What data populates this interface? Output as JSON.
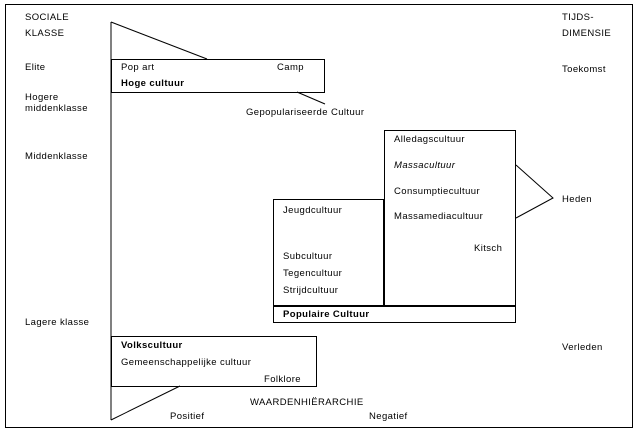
{
  "left_axis": {
    "header": [
      "SOCIALE",
      "KLASSE"
    ],
    "levels": {
      "elite": "Elite",
      "hogere": [
        "Hogere",
        "middenklasse"
      ],
      "midden": "Middenklasse",
      "lagere": "Lagere klasse"
    }
  },
  "right_axis": {
    "header": [
      "TIJDS-",
      "DIMENSIE"
    ],
    "toekomst": "Toekomst",
    "heden": "Heden",
    "verleden": "Verleden"
  },
  "hoge_box": {
    "pop_art": "Pop art",
    "camp": "Camp",
    "title": "Hoge cultuur"
  },
  "gepopulariseerde": "Gepopulariseerde Cultuur",
  "massa_box": {
    "items": [
      "Alledagscultuur",
      "Massacultuur",
      "Consumptiecultuur",
      "Massamediacultuur"
    ],
    "kitsch": "Kitsch"
  },
  "jeugd_box": {
    "jeugd": "Jeugdcultuur",
    "items": [
      "Subcultuur",
      "Tegencultuur",
      "Strijdcultuur"
    ]
  },
  "populaire": "Populaire Cultuur",
  "volks_box": {
    "title": "Volkscultuur",
    "gemeenschap": "Gemeenschappelijke cultuur",
    "folklore": "Folklore"
  },
  "bottom_axis": {
    "title": "WAARDENHIËRARCHIE",
    "positief": "Positief",
    "negatief": "Negatief"
  }
}
